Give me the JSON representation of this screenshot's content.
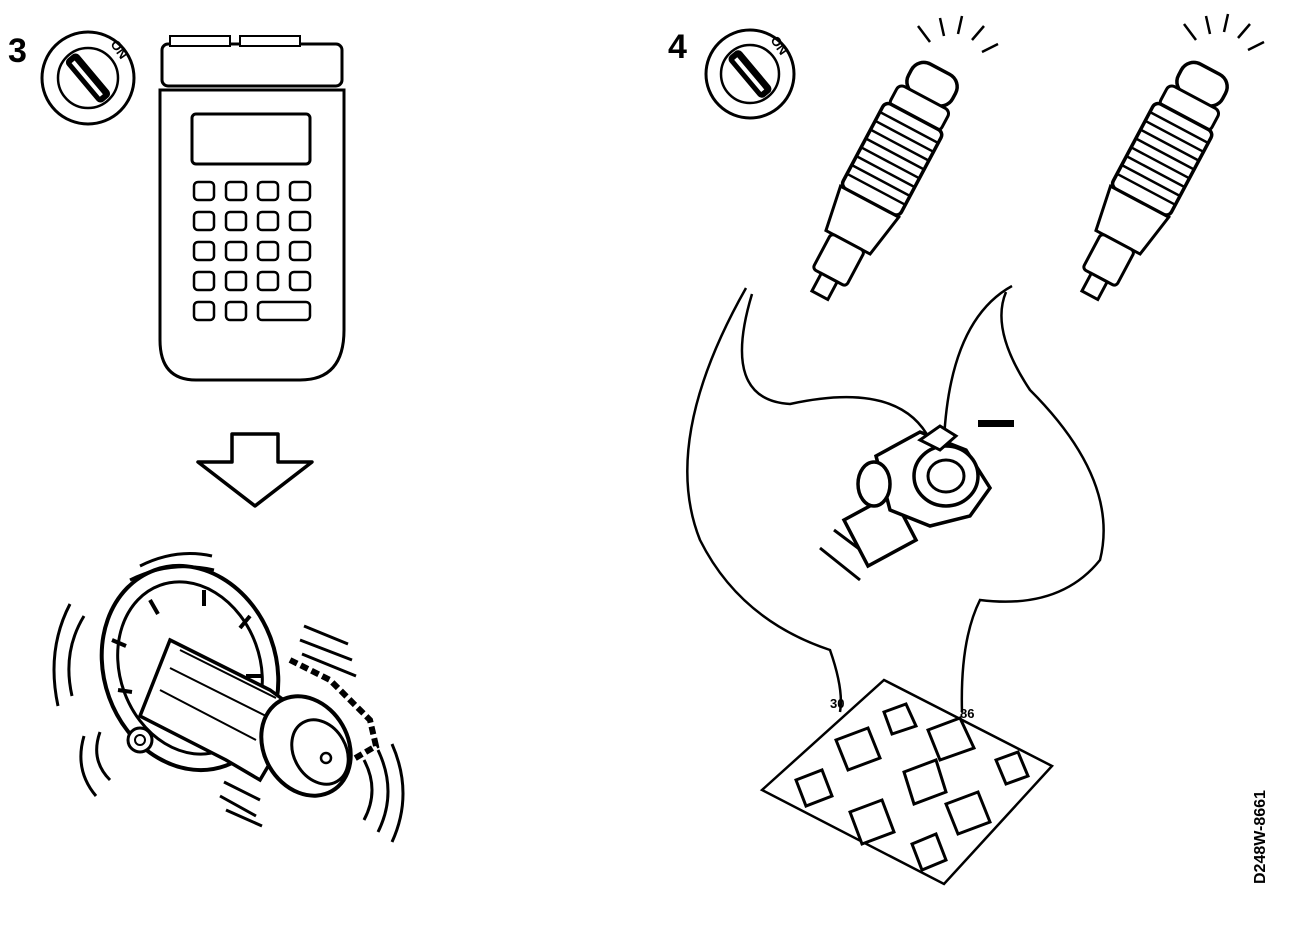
{
  "steps": [
    {
      "number": "3",
      "key_label": "ON"
    },
    {
      "number": "4",
      "key_label": "ON"
    }
  ],
  "relay_pins": {
    "left": "30",
    "right": "86"
  },
  "reference": "D248W-8661",
  "icons": [
    "ignition-key-on-icon",
    "diagnostic-tester-icon",
    "down-arrow-icon",
    "vibrating-actuator-icon",
    "test-lamp-icon",
    "ground-connector-icon",
    "relay-socket-icon"
  ]
}
